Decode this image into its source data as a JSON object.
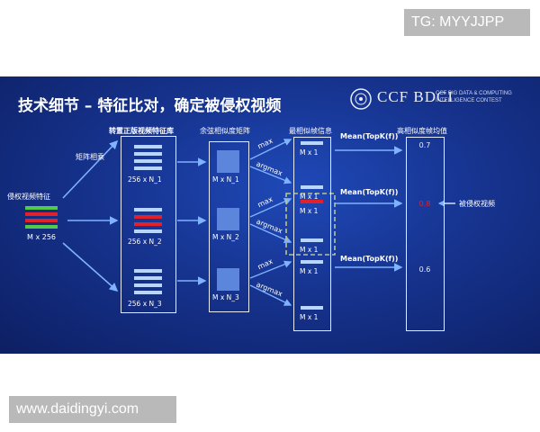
{
  "watermarks": {
    "top_right": "TG: MYYJJPP",
    "bottom_left": "www.daidingyi.com"
  },
  "slide": {
    "title": "技术细节 – 特征比对，确定被侵权视频",
    "logo": {
      "word": "CCF BDCI",
      "subtitle": "CCF BIG DATA & COMPUTING INTELLIGENCE CONTEST"
    }
  },
  "diagram": {
    "input": {
      "label": "侵权视频特征",
      "dims": "M x 256"
    },
    "op_label": "矩阵相乘",
    "library": {
      "title": "转置正版视频特征库",
      "items": [
        "256 x N_1",
        "256 x N_2",
        "256 x N_3"
      ]
    },
    "similarity": {
      "title": "余弦相似度矩阵",
      "items": [
        "M x N_1",
        "M x N_2",
        "M x N_3"
      ]
    },
    "ops": {
      "max": "max",
      "argmax": "argmax"
    },
    "frame_info": {
      "title": "最相似帧信息",
      "item": "M x 1"
    },
    "mean_label": "Mean(TopK(f))",
    "mean_frame": {
      "title": "高相似度帧均值",
      "scores": [
        "0.7",
        "0.8",
        "0.6"
      ]
    },
    "result": {
      "label": "被侵权视频"
    }
  },
  "colors": {
    "bar_green": "#52c94a",
    "bar_red": "#e2222b",
    "bar_blue": "#2a7fe0",
    "bar_light": "#b9d6ff",
    "highlight": "#b7c58a",
    "score_highlight": "#e2222b"
  }
}
